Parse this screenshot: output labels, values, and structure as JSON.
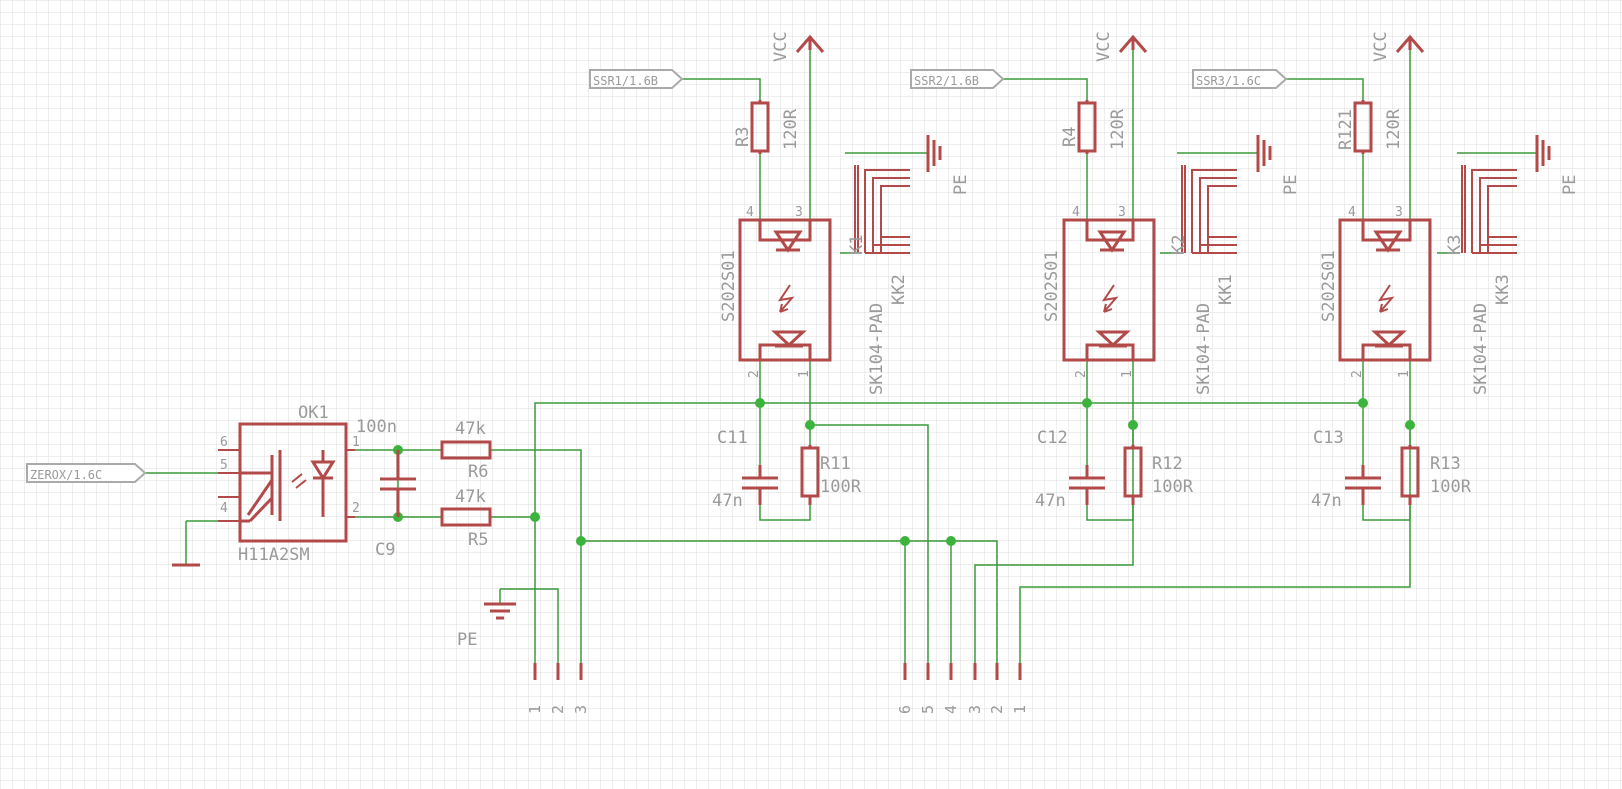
{
  "colors": {
    "grid": "#dcdcdc",
    "grid_major": "#c8c8c8",
    "symbol": "#b34a4a",
    "net": "#3c9a3c",
    "junction": "#3cb33c",
    "label": "#9a9a9a"
  },
  "ports": {
    "ssr1": "SSR1/1.6B",
    "ssr2": "SSR2/1.6B",
    "ssr3": "SSR3/1.6C",
    "zerox": "ZEROX/1.6C"
  },
  "power": {
    "vcc": "VCC",
    "pe": "PE"
  },
  "triacs": [
    {
      "part": "S202S01",
      "pin4": "4",
      "pin3": "3",
      "pin2": "2",
      "pin1": "1"
    },
    {
      "part": "S202S01",
      "pin4": "4",
      "pin3": "3",
      "pin2": "2",
      "pin1": "1"
    },
    {
      "part": "S202S01",
      "pin4": "4",
      "pin3": "3",
      "pin2": "2",
      "pin1": "1"
    }
  ],
  "gate_resistors": [
    {
      "name": "R3",
      "value": "120R"
    },
    {
      "name": "R4",
      "value": "120R"
    },
    {
      "name": "R121",
      "value": "120R"
    }
  ],
  "heatsinks": [
    {
      "name": "K1",
      "part": "SK104-PAD",
      "ref": "KK2"
    },
    {
      "name": "K2",
      "part": "SK104-PAD",
      "ref": "KK1"
    },
    {
      "name": "K3",
      "part": "SK104-PAD",
      "ref": "KK3"
    }
  ],
  "snubbers": [
    {
      "cap": "C11",
      "cap_value": "47n",
      "res": "R11",
      "res_value": "100R"
    },
    {
      "cap": "C12",
      "cap_value": "47n",
      "res": "R12",
      "res_value": "100R"
    },
    {
      "cap": "C13",
      "cap_value": "47n",
      "res": "R13",
      "res_value": "100R"
    }
  ],
  "optocoupler": {
    "name": "OK1",
    "part": "H11A2SM",
    "pin6": "6",
    "pin5": "5",
    "pin4": "4",
    "pin1": "1",
    "pin2": "2"
  },
  "zc_cap": {
    "name": "C9",
    "value": "100n"
  },
  "zc_resistors": [
    {
      "name": "R6",
      "value": "47k"
    },
    {
      "name": "R5",
      "value": "47k"
    }
  ],
  "connector_left": [
    "1",
    "2",
    "3"
  ],
  "connector_right": [
    "6",
    "5",
    "4",
    "3",
    "2",
    "1"
  ]
}
